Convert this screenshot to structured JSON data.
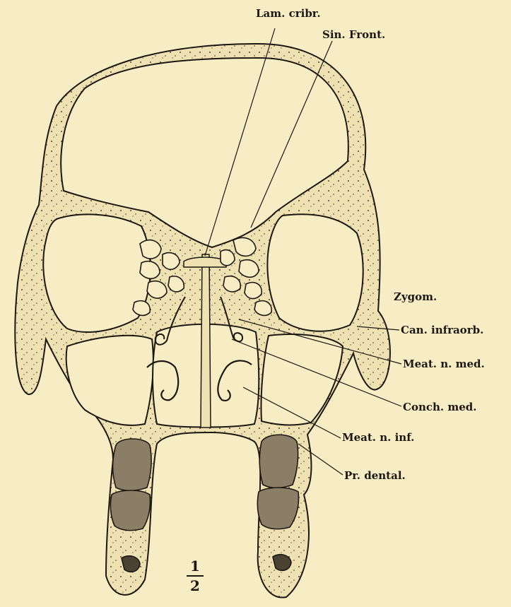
{
  "labels": {
    "lam_cribr": "Lam. cribr.",
    "sin_front": "Sin. Front.",
    "zygom": "Zygom.",
    "can_infraorb": "Can. infraorb.",
    "meat_n_med": "Meat. n. med.",
    "conch_med": "Conch. med.",
    "meat_n_inf": "Meat. n. inf.",
    "pr_dental": "Pr. dental."
  },
  "scale": {
    "numerator": "1",
    "denominator": "2"
  },
  "colors": {
    "paper": "#f7edc5",
    "bone": "#efe2b2",
    "ink": "#1c1711",
    "tooth": "#8a7f66"
  }
}
